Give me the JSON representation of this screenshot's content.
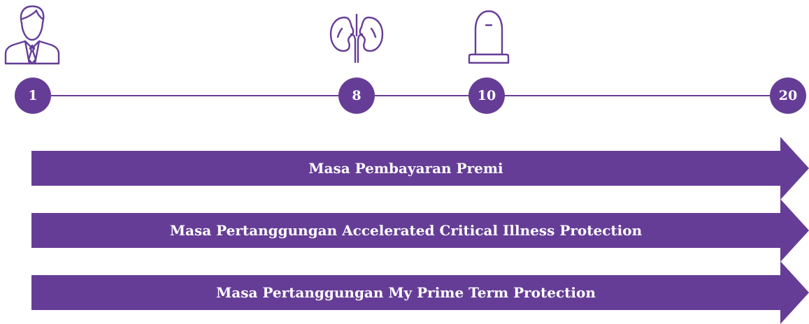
{
  "colors": {
    "accent": "#663d96",
    "text_on_accent": "#ffffff",
    "background": "#ffffff"
  },
  "icons": [
    "person-icon",
    "kidney-icon",
    "tombstone-icon"
  ],
  "timeline": {
    "markers": [
      {
        "label": "1"
      },
      {
        "label": "8"
      },
      {
        "label": "10"
      },
      {
        "label": "20"
      }
    ]
  },
  "arrows": [
    {
      "label": "Masa Pembayaran Premi"
    },
    {
      "label": "Masa Pertanggungan Accelerated Critical Illness Protection"
    },
    {
      "label": "Masa Pertanggungan My Prime Term Protection"
    }
  ]
}
